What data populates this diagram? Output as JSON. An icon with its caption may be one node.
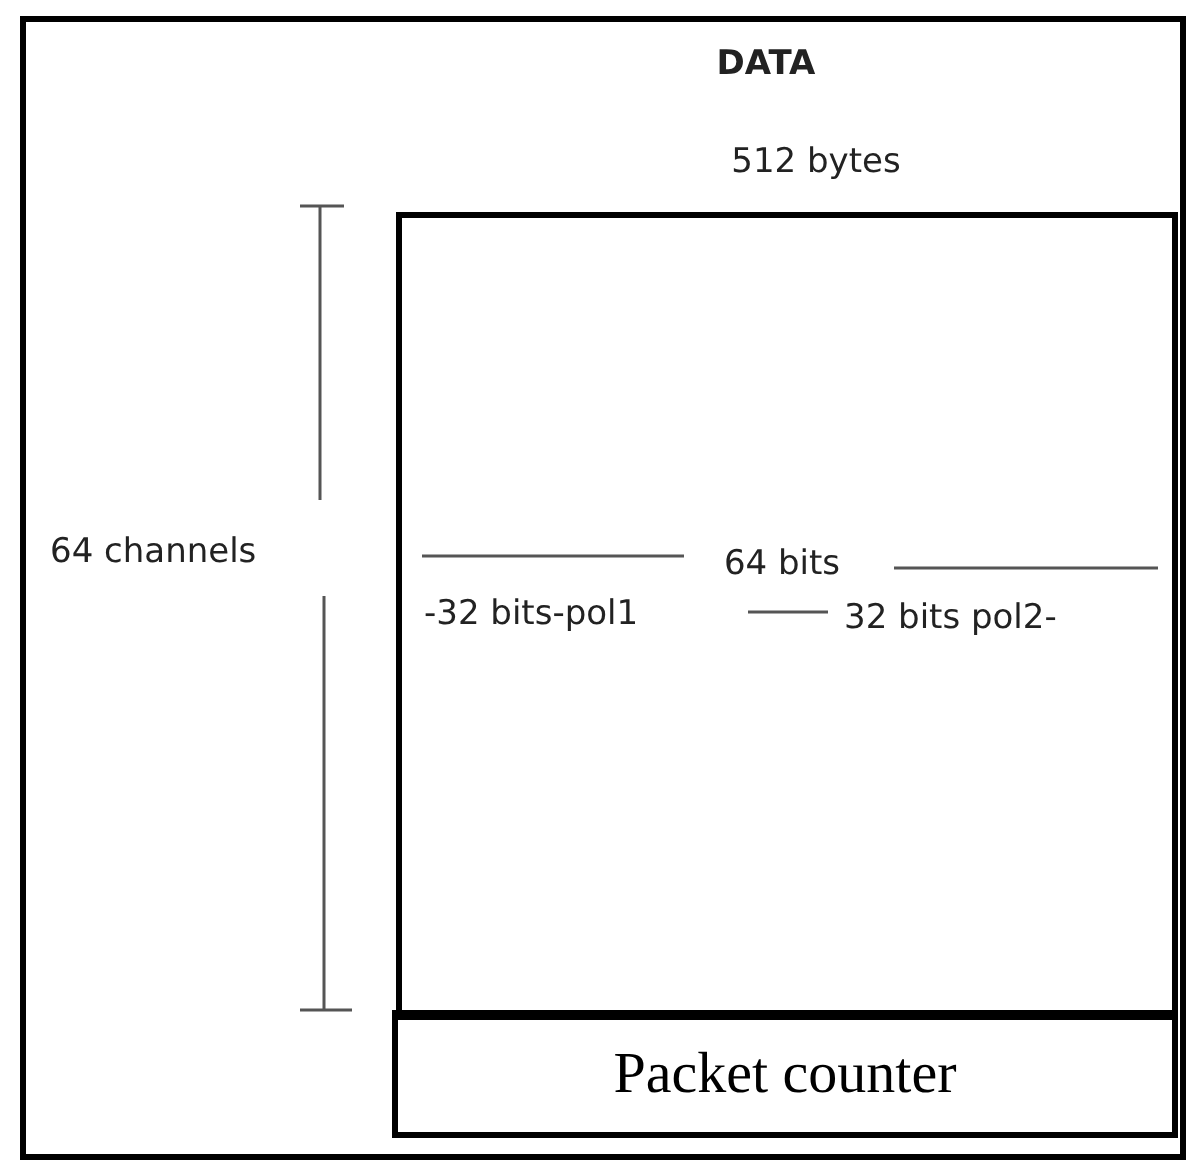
{
  "diagram": {
    "nodes": [
      {
        "text": [
          "DATA"
        ]
      },
      {
        "text": [],
        "shape": "box",
        "in": 0
      },
      {
        "text": [
          "Packet counter"
        ],
        "in": 0
      }
    ],
    "labels": [
      "512 bytes",
      "64 channels",
      "64 bits",
      "-32 bits-pol1",
      "32 bits pol2-"
    ]
  }
}
